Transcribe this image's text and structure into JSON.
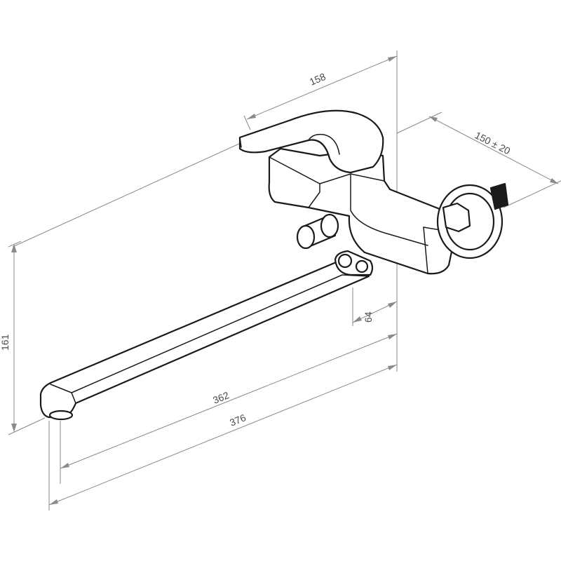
{
  "dimensions": {
    "d158": "158",
    "d150": "150 ± 20",
    "d161": "161",
    "d64": "64",
    "d362": "362",
    "d376": "376"
  },
  "colors": {
    "object_line": "#1a1a1a",
    "dimension_line": "#8a8a8a",
    "background": "#ffffff"
  }
}
